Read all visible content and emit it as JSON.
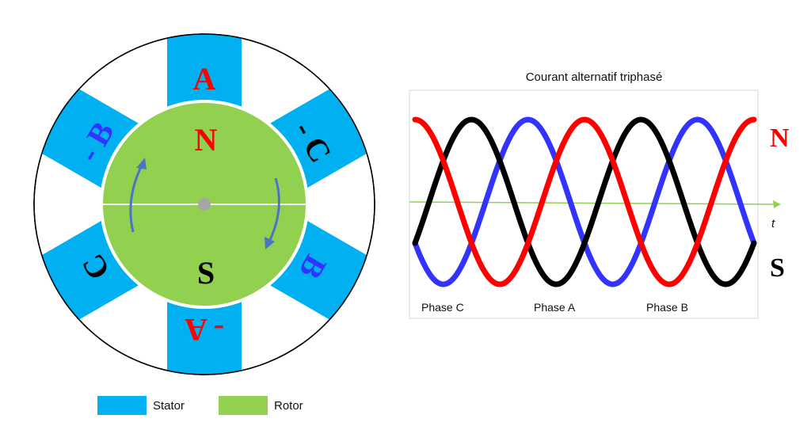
{
  "colors": {
    "stator": "#00b0f0",
    "rotor": "#92d050",
    "phase_a": "#ff0000",
    "phase_b": "#3333ff",
    "phase_c": "#000000",
    "pole_red": "#ff0000",
    "pole_black": "#000000",
    "arrow": "#4a74c4",
    "time_axis": "#92d050"
  },
  "motor": {
    "stator_labels": {
      "a": "A",
      "neg_a": "- A",
      "b": "B",
      "neg_b": "- B",
      "c": "C",
      "neg_c": "- C"
    },
    "rotor_labels": {
      "north": "N",
      "south": "S"
    }
  },
  "legend": [
    {
      "label": "Stator",
      "color": "#00b0f0"
    },
    {
      "label": "Rotor",
      "color": "#92d050"
    }
  ],
  "chart_data": {
    "type": "line",
    "title": "Courant alternatif triphasé",
    "x_axis_label": "t",
    "x_range": [
      0,
      720
    ],
    "y_range": [
      -1,
      1
    ],
    "series": [
      {
        "name": "Phase A",
        "phase_offset_deg": 0,
        "color": "#ff0000"
      },
      {
        "name": "Phase B",
        "phase_offset_deg": 240,
        "color": "#3333ff"
      },
      {
        "name": "Phase C",
        "phase_offset_deg": 120,
        "color": "#000000"
      }
    ],
    "right_labels": {
      "top": "N",
      "bottom": "S"
    }
  }
}
